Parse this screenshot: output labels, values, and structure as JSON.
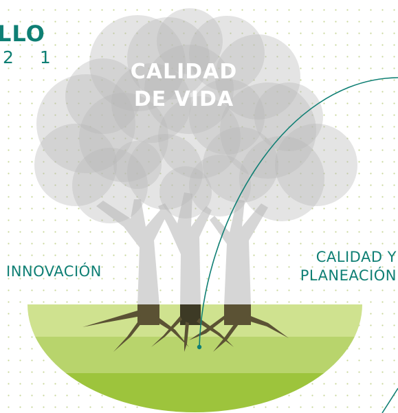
{
  "heading": {
    "fragment": "LLO",
    "year_fragment": "2 1"
  },
  "tree": {
    "title_line1": "CALIDAD",
    "title_line2": "DE VIDA"
  },
  "labels": {
    "left": "INNOVACIÓN",
    "right_line1": "CALIDAD Y",
    "right_line2": "PLANEACIÓN"
  },
  "colors": {
    "accent": "#0f7f74",
    "foliage": "#b9b9b9",
    "trunk": "#d6d6d6",
    "roots": "#5b5234",
    "ground_light": "#cfe28f",
    "ground_mid": "#b8d46c",
    "ground_dark": "#9dc43c",
    "dot_grid": "#c9d79a"
  }
}
